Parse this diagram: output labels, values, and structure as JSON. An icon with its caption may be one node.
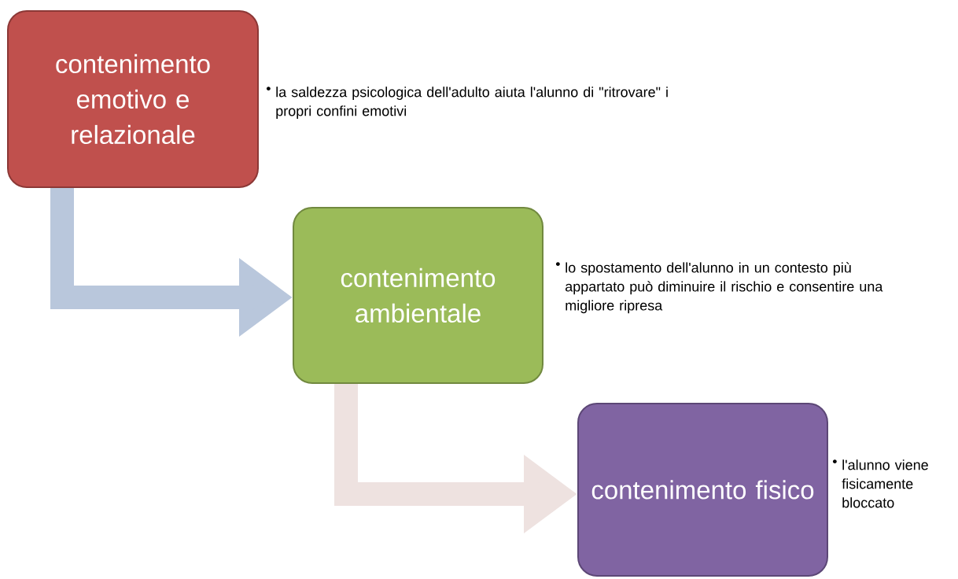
{
  "diagram": {
    "nodes": [
      {
        "text": [
          "contenimento emotivo e relazionale"
        ],
        "beside": [
          "la saldezza psicologica dell'adulto aiuta l'alunno di \"ritrovare\" i propri confini emotivi"
        ]
      },
      {
        "text": [
          "contenimento ambientale"
        ],
        "beside": [
          "lo spostamento dell'alunno in un contesto più appartato può diminuire il rischio e consentire una migliore ripresa"
        ]
      },
      {
        "text": [
          "contenimento fisico"
        ],
        "beside": [
          "l'alunno viene fisicamente bloccato"
        ]
      }
    ],
    "edges": [
      {
        "from": 0,
        "to": 1,
        "arrow": "to",
        "color": "#b9c7dc"
      },
      {
        "from": 1,
        "to": 2,
        "arrow": "to",
        "color": "#eee2e0"
      }
    ],
    "labels": [
      "•",
      "•",
      "•"
    ]
  }
}
